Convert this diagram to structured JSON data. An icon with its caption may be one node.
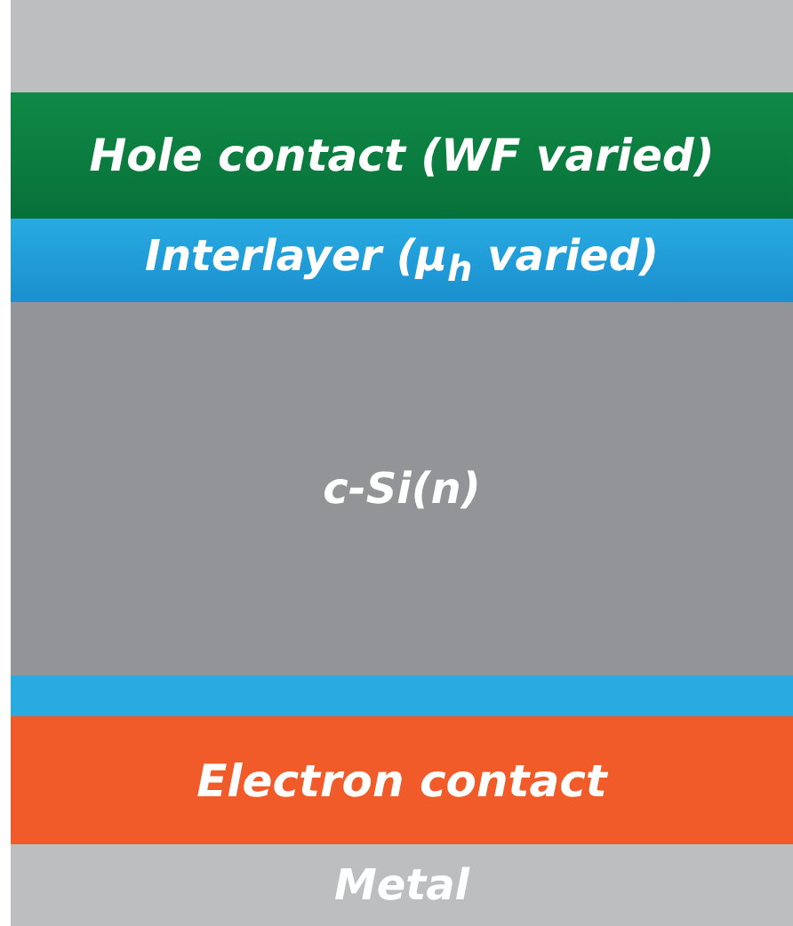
{
  "diagram": {
    "nodes": [
      {
        "text": [],
        "shape": "bar"
      },
      {
        "text": [
          "Hole contact (WF varied)"
        ]
      },
      {
        "text": [
          "Interlayer (μ$_{h}$ varied)"
        ]
      },
      {
        "text": [
          "c-Si(n)"
        ]
      },
      {
        "text": [],
        "shape": "bar"
      },
      {
        "text": [
          "Electron contact"
        ]
      },
      {
        "text": [
          "Metal"
        ]
      }
    ]
  }
}
